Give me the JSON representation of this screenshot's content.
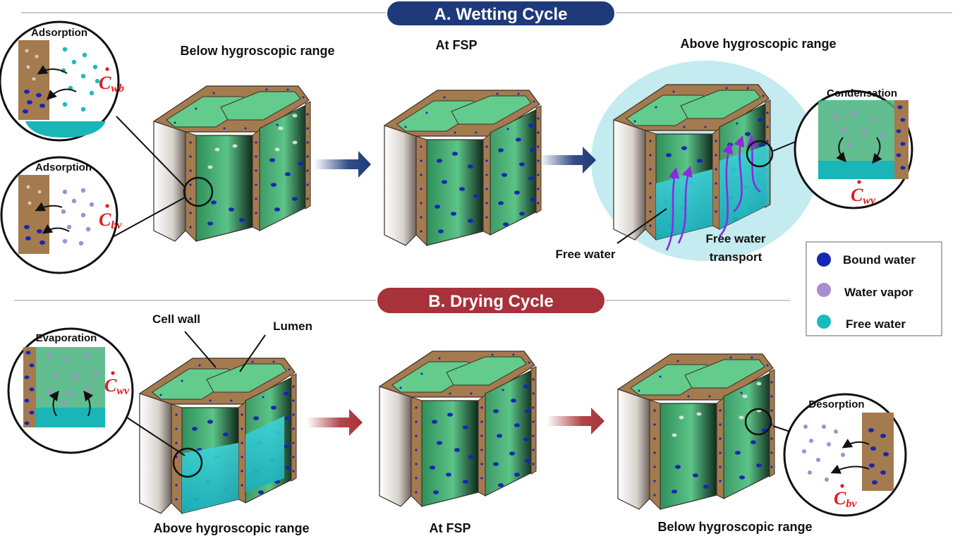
{
  "wetting": {
    "title": "A. Wetting Cycle",
    "color": "#1e3a7a",
    "stages": [
      "Below hygroscopic range",
      "At FSP",
      "Above hygroscopic range"
    ],
    "insets": {
      "adsorption_wb": {
        "title": "Adsorption",
        "symbol": "C",
        "subscript": "wb"
      },
      "adsorption_bv": {
        "title": "Adsorption",
        "symbol": "C",
        "subscript": "bv"
      },
      "condensation": {
        "title": "Condensation",
        "symbol": "C",
        "subscript": "wv"
      }
    },
    "callouts": {
      "free_water": "Free water",
      "transport_line1": "Free water",
      "transport_line2": "transport"
    }
  },
  "drying": {
    "title": "B. Drying Cycle",
    "color": "#a8323a",
    "stages": [
      "Above hygroscopic range",
      "At FSP",
      "Below hygroscopic range"
    ],
    "insets": {
      "evaporation": {
        "title": "Evaporation",
        "symbol": "C",
        "subscript": "wv"
      },
      "desorption": {
        "title": "Desorption",
        "symbol": "C",
        "subscript": "bv"
      }
    },
    "callouts": {
      "cell_wall": "Cell wall",
      "lumen": "Lumen"
    }
  },
  "legend": [
    {
      "label": "Bound water",
      "color": "#1428b4"
    },
    {
      "label": "Water vapor",
      "color": "#a98bd0"
    },
    {
      "label": "Free water",
      "color": "#19bcbc"
    }
  ],
  "colors": {
    "wall": "#a47a4f",
    "lumen": "#46b27d",
    "lumen_top": "#63cc8d",
    "free_water": "#25c7cf",
    "halo": "#c4ebef",
    "bound": "#1428b4",
    "vapor": "#a98bd0",
    "symbol": "#e21b1b"
  }
}
